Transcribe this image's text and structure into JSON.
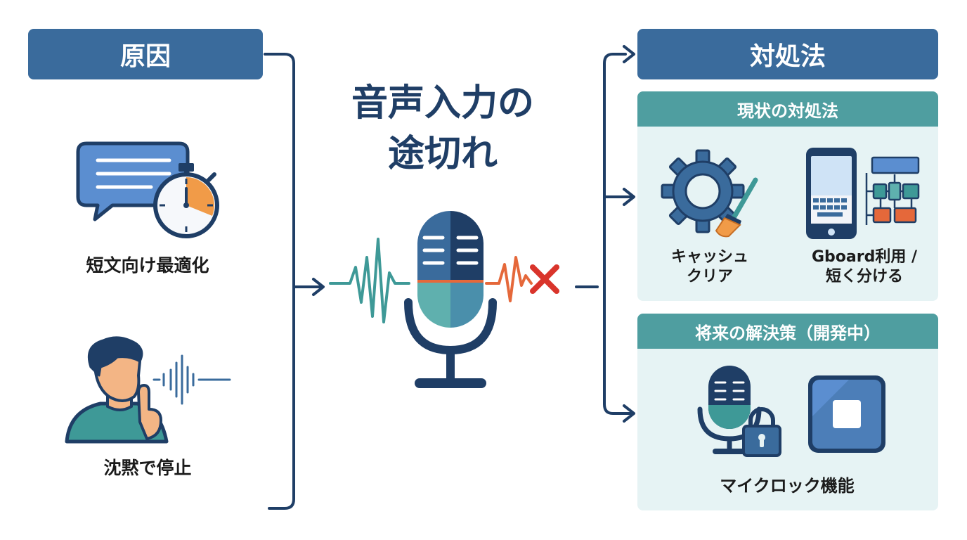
{
  "title": {
    "line1": "音声入力の",
    "line2": "途切れ"
  },
  "causes": {
    "header": "原因",
    "items": [
      {
        "label": "短文向け最適化",
        "icon": "speech-bubble-stopwatch-icon"
      },
      {
        "label": "沈黙で停止",
        "icon": "silent-person-icon"
      }
    ]
  },
  "solutions": {
    "header": "対処法",
    "current": {
      "header": "現状の対処法",
      "items": [
        {
          "label_lines": [
            "キャッシュ",
            "クリア"
          ],
          "icon": "gear-broom-icon"
        },
        {
          "label_lines": [
            "Gboard利用 /",
            "短く分ける"
          ],
          "icon": "phone-flowchart-icon"
        }
      ]
    },
    "future": {
      "header": "将来の解決策（開発中）",
      "items": [
        {
          "label": "マイクロック機能",
          "icon": "mic-lock-icon"
        }
      ]
    }
  },
  "colors": {
    "navy": "#1f3e66",
    "blue": "#3a6b9c",
    "teal": "#4f9ea0",
    "panel_bg": "#e6f3f4",
    "orange": "#e5683a",
    "red": "#d9342b"
  }
}
